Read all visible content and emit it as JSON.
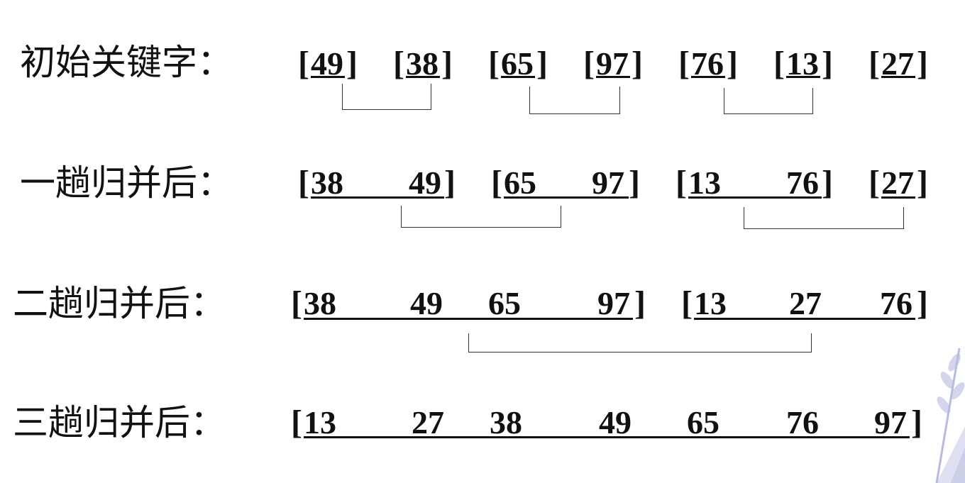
{
  "rows": [
    {
      "label": "初始关键字：",
      "groups": [
        {
          "values": [
            "49"
          ]
        },
        {
          "values": [
            "38"
          ]
        },
        {
          "values": [
            "65"
          ]
        },
        {
          "values": [
            "97"
          ]
        },
        {
          "values": [
            "76"
          ]
        },
        {
          "values": [
            "13"
          ]
        },
        {
          "values": [
            "27"
          ]
        }
      ]
    },
    {
      "label": "一趟归并后：",
      "groups": [
        {
          "values": [
            "38",
            "49"
          ]
        },
        {
          "values": [
            "65",
            "97"
          ]
        },
        {
          "values": [
            "13",
            "76"
          ]
        },
        {
          "values": [
            "27"
          ]
        }
      ]
    },
    {
      "label": "二趟归并后：",
      "groups": [
        {
          "values": [
            "38",
            "49",
            "65",
            "97"
          ]
        },
        {
          "values": [
            "13",
            "27",
            "76"
          ]
        }
      ]
    },
    {
      "label": "三趟归并后：",
      "groups": [
        {
          "values": [
            "13",
            "27",
            "38",
            "49",
            "65",
            "76",
            "97"
          ]
        }
      ]
    }
  ],
  "brackets": {
    "open": "[",
    "close": "]"
  }
}
